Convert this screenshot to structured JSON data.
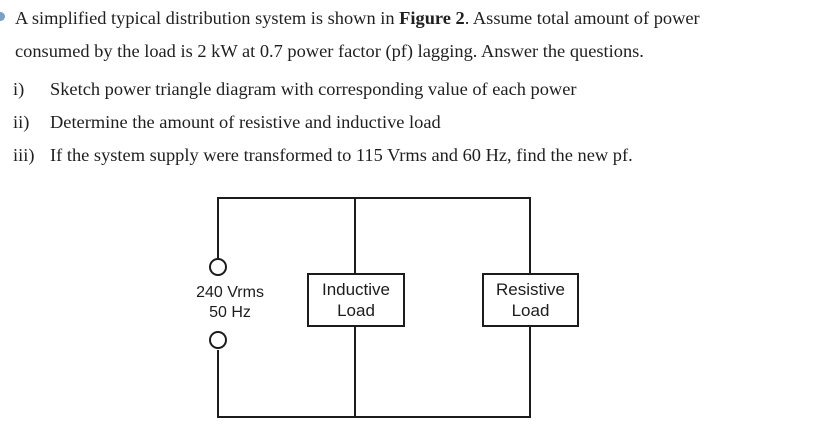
{
  "colors": {
    "bg": "#ffffff",
    "text": "#1f1f1f",
    "wire": "#1c1c1c",
    "bullet": "#7ba0c4",
    "diagram-text": "#1c1c1c"
  },
  "problem": {
    "line1_pre": "A simplified typical distribution system is shown in ",
    "line1_bold": "Figure 2",
    "line1_post": ". Assume total amount of power",
    "line2": "consumed by the load is 2 kW at 0.7 power factor (pf) lagging. Answer the questions.",
    "items": [
      {
        "marker": "i)",
        "text": "Sketch power triangle diagram with corresponding value of each power"
      },
      {
        "marker": "ii)",
        "text": "Determine the amount of resistive and inductive load"
      },
      {
        "marker": "iii)",
        "text": "If the system supply were transformed to 115 Vrms and 60 Hz, find the new pf."
      }
    ]
  },
  "diagram": {
    "source": {
      "label_line1": "240 Vrms",
      "label_line2": "50 Hz"
    },
    "inductive_load": {
      "line1": "Inductive",
      "line2": "Load"
    },
    "resistive_load": {
      "line1": "Resistive",
      "line2": "Load"
    }
  }
}
